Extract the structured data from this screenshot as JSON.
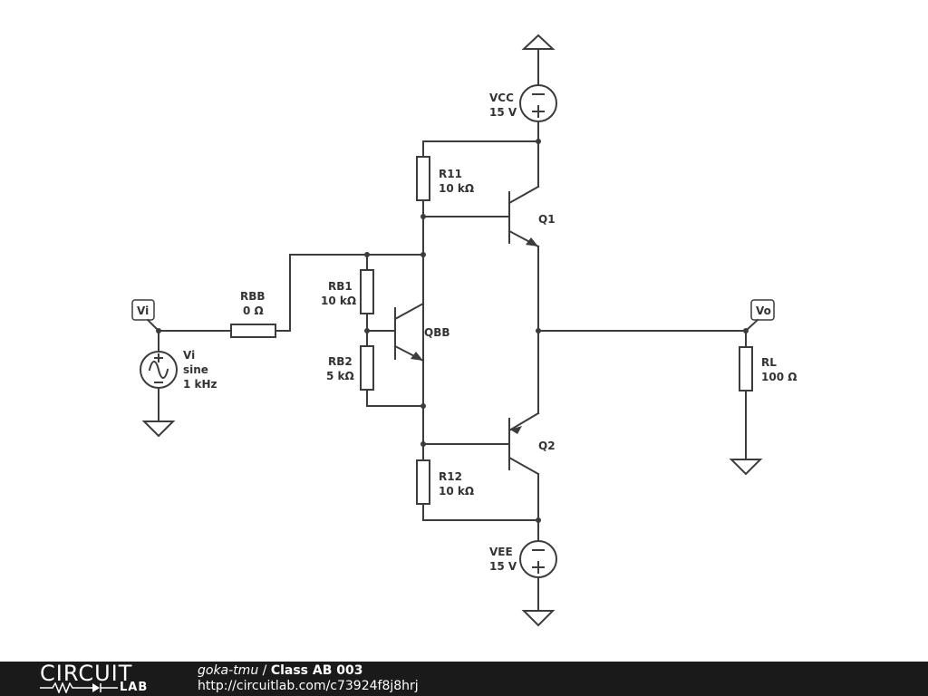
{
  "circuit": {
    "vcc": {
      "name": "VCC",
      "value": "15 V"
    },
    "vee": {
      "name": "VEE",
      "value": "15 V"
    },
    "r11": {
      "name": "R11",
      "value": "10 kΩ"
    },
    "r12": {
      "name": "R12",
      "value": "10 kΩ"
    },
    "rb1": {
      "name": "RB1",
      "value": "10 kΩ"
    },
    "rb2": {
      "name": "RB2",
      "value": "5 kΩ"
    },
    "rbb": {
      "name": "RBB",
      "value": "0 Ω"
    },
    "rl": {
      "name": "RL",
      "value": "100 Ω"
    },
    "q1": {
      "name": "Q1"
    },
    "q2": {
      "name": "Q2"
    },
    "qbb": {
      "name": "QBB"
    },
    "vi_source": {
      "name": "Vi",
      "type": "sine",
      "freq": "1 kHz"
    },
    "vi_label": "Vi",
    "vo_label": "Vo"
  },
  "footer": {
    "logo_top": "CIRCUIT",
    "logo_bottom": "LAB",
    "author": "goka-tmu",
    "separator": " / ",
    "title": "Class AB 003",
    "url": "http://circuitlab.com/c73924f8j8hrj"
  }
}
